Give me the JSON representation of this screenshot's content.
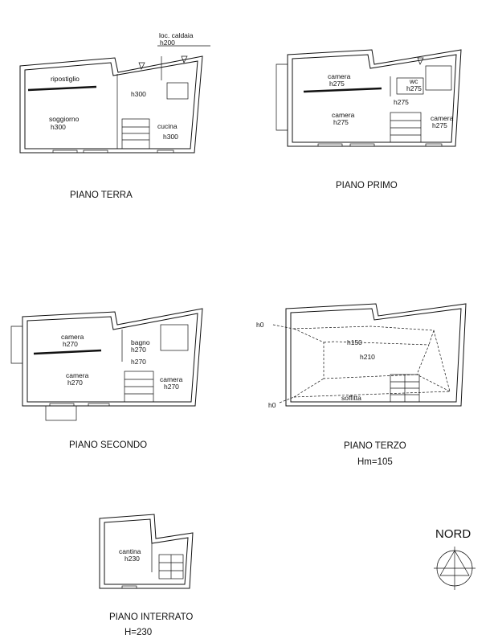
{
  "floors": {
    "terra": {
      "title": "PIANO TERRA",
      "loc_caldaia": "loc. caldaia",
      "h200": "h200",
      "ripostiglio": "ripostiglio",
      "h300_mid": "h300",
      "soggiorno": "soggiorno",
      "soggiorno_h": "h300",
      "cucina": "cucina",
      "cucina_h": "h300"
    },
    "primo": {
      "title": "PIANO PRIMO",
      "camera1": "camera",
      "camera1_h": "h275",
      "wc": "wc",
      "wc_h": "h275",
      "hall_h": "h275",
      "camera2": "camera",
      "camera2_h": "h275",
      "camera3": "camera",
      "camera3_h": "h275"
    },
    "secondo": {
      "title": "PIANO SECONDO",
      "camera1": "camera",
      "camera1_h": "h270",
      "bagno": "bagno",
      "bagno_h": "h270",
      "hall_h": "h270",
      "camera2": "camera",
      "camera2_h": "h270",
      "camera3": "camera",
      "camera3_h": "h270"
    },
    "terzo": {
      "title": "PIANO TERZO",
      "subtitle": "Hm=105",
      "h0_top": "h0",
      "h0_bottom": "h0",
      "h150": "h150",
      "h210": "h210",
      "soffitta": "soffitta"
    },
    "interrato": {
      "title": "PIANO INTERRATO",
      "subtitle": "H=230",
      "cantina": "cantina",
      "cantina_h": "h230"
    }
  },
  "north": {
    "label": "NORD"
  }
}
